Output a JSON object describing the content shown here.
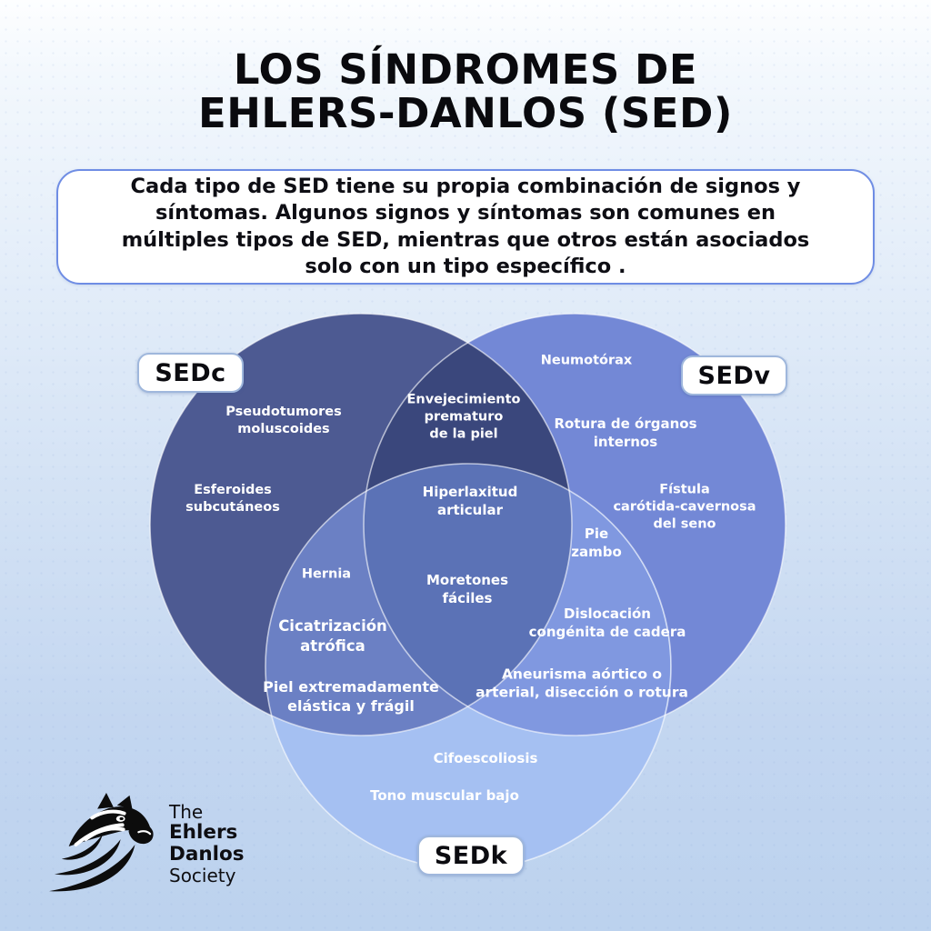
{
  "title": "LOS SÍNDROMES DE\nEHLERS-DANLOS (SED)",
  "intro": {
    "lines": [
      "Cada tipo de SED tiene su propia combinación de signos y",
      "síntomas. Algunos signos y síntomas son comunes en",
      "múltiples tipos de SED, mientras que otros están asociados",
      "solo con un tipo específico ."
    ]
  },
  "venn": {
    "set_labels": {
      "sedc": "SEDc",
      "sedv": "SEDv",
      "sedk": "SEDk"
    },
    "colors": {
      "sedc": "#4d5a92",
      "sedv": "#7388d6",
      "sedk": "#a5c0f2",
      "sedc_sedv": "#3a477c",
      "sedc_sedk": "#6b80c4",
      "sedv_sedk": "#8098e0",
      "center": "#5b72b6"
    },
    "labels": {
      "pseudotumores": "Pseudotumores\nmoluscoides",
      "esferoides": "Esferoides\nsubcutáneos",
      "envejecimiento": "Envejecimiento\nprematuro\nde la piel",
      "neumotorax": "Neumotórax",
      "rotura": "Rotura de órganos\ninternos",
      "fistula": "Fístula\ncarótida-cavernosa\ndel seno",
      "hiperlaxitud": "Hiperlaxitud\narticular",
      "pie_zambo": "Pie\nzambo",
      "hernia": "Hernia",
      "moretones": "Moretones\nfáciles",
      "dislocacion": "Dislocación\ncongénita de cadera",
      "cicatrizacion": "Cicatrización\natrófica",
      "aneurisma": "Aneurisma aórtico o\narterial, disección o rotura",
      "piel": "Piel extremadamente\nelástica y frágil",
      "cifoescoliosis": "Cifoescoliosis",
      "tono": "Tono muscular bajo"
    }
  },
  "logo": {
    "line1": "The",
    "line2": "Ehlers",
    "line3": "Danlos",
    "line4": "Society"
  }
}
